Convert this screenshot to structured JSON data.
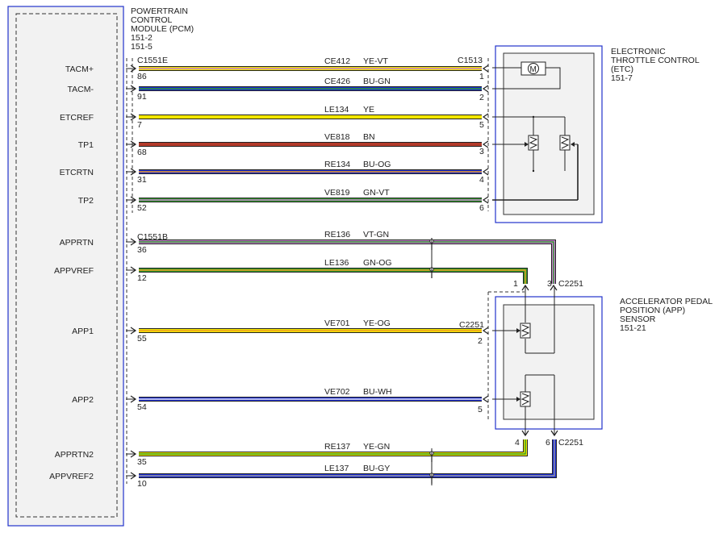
{
  "pcm": {
    "title_lines": [
      "POWERTRAIN",
      "CONTROL",
      "MODULE (PCM)",
      "151-2",
      "151-5"
    ]
  },
  "etc": {
    "title_lines": [
      "ELECTRONIC",
      "THROTTLE CONTROL",
      "(ETC)",
      "151-7"
    ],
    "connector": "C1513",
    "motor_symbol": "M"
  },
  "app_sensor": {
    "title_lines": [
      "ACCELERATOR PEDAL",
      "POSITION (APP)",
      "SENSOR",
      "151-21"
    ],
    "connector_top": "C2251",
    "connector_left": "C2251",
    "connector_bottom": "C2251"
  },
  "pcm_connectors": {
    "c1": "C1551E",
    "c2": "C1551B"
  },
  "colors": {
    "YE": "#f2e600",
    "BN": "#b33a2a",
    "BU": "#1a2bd6",
    "GN": "#2f9a2a",
    "VT": "#c77fd0",
    "GY": "#9a9a9a",
    "OG": "#f0a020",
    "WH": "#e8e8e8",
    "module_border": "#2233cc"
  },
  "circuits": [
    {
      "label": "TACM+",
      "pin": "86",
      "circuit": "CE412",
      "color_code": "YE-VT",
      "end_pin": "1"
    },
    {
      "label": "TACM-",
      "pin": "91",
      "circuit": "CE426",
      "color_code": "BU-GN",
      "end_pin": "2"
    },
    {
      "label": "ETCREF",
      "pin": "7",
      "circuit": "LE134",
      "color_code": "YE",
      "end_pin": "5"
    },
    {
      "label": "TP1",
      "pin": "68",
      "circuit": "VE818",
      "color_code": "BN",
      "end_pin": "3"
    },
    {
      "label": "ETCRTN",
      "pin": "31",
      "circuit": "RE134",
      "color_code": "BU-OG",
      "end_pin": "4"
    },
    {
      "label": "TP2",
      "pin": "52",
      "circuit": "VE819",
      "color_code": "GN-VT",
      "end_pin": "6"
    },
    {
      "label": "APPRTN",
      "pin": "36",
      "circuit": "RE136",
      "color_code": "VT-GN",
      "end_pin": "3"
    },
    {
      "label": "APPVREF",
      "pin": "12",
      "circuit": "LE136",
      "color_code": "GN-OG",
      "end_pin": "1"
    },
    {
      "label": "APP1",
      "pin": "55",
      "circuit": "VE701",
      "color_code": "YE-OG",
      "end_pin": "2"
    },
    {
      "label": "APP2",
      "pin": "54",
      "circuit": "VE702",
      "color_code": "BU-WH",
      "end_pin": "5"
    },
    {
      "label": "APPRTN2",
      "pin": "35",
      "circuit": "RE137",
      "color_code": "YE-GN",
      "end_pin": "4"
    },
    {
      "label": "APPVREF2",
      "pin": "10",
      "circuit": "LE137",
      "color_code": "BU-GY",
      "end_pin": "6"
    }
  ]
}
